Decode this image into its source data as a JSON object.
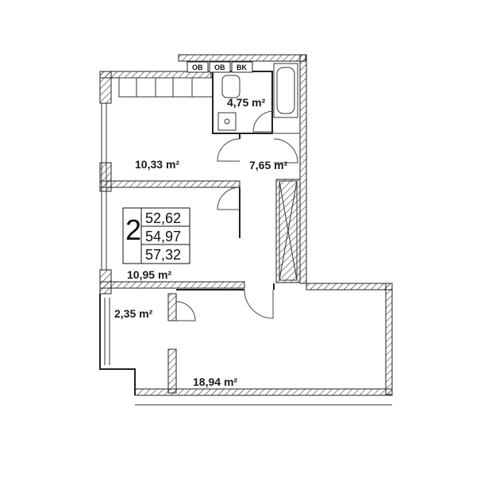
{
  "plan": {
    "rooms": [
      {
        "area": "4,75",
        "unit": "m²"
      },
      {
        "area": "10,33",
        "unit": "m²"
      },
      {
        "area": "7,65",
        "unit": "m²"
      },
      {
        "area": "10,95",
        "unit": "m²"
      },
      {
        "area": "2,35",
        "unit": "m²"
      },
      {
        "area": "18,94",
        "unit": "m²"
      }
    ],
    "info_box": {
      "rooms_count": "2",
      "values": [
        "52,62",
        "54,97",
        "57,32"
      ]
    },
    "riser_tags": [
      "OB",
      "OB",
      "BK"
    ]
  }
}
